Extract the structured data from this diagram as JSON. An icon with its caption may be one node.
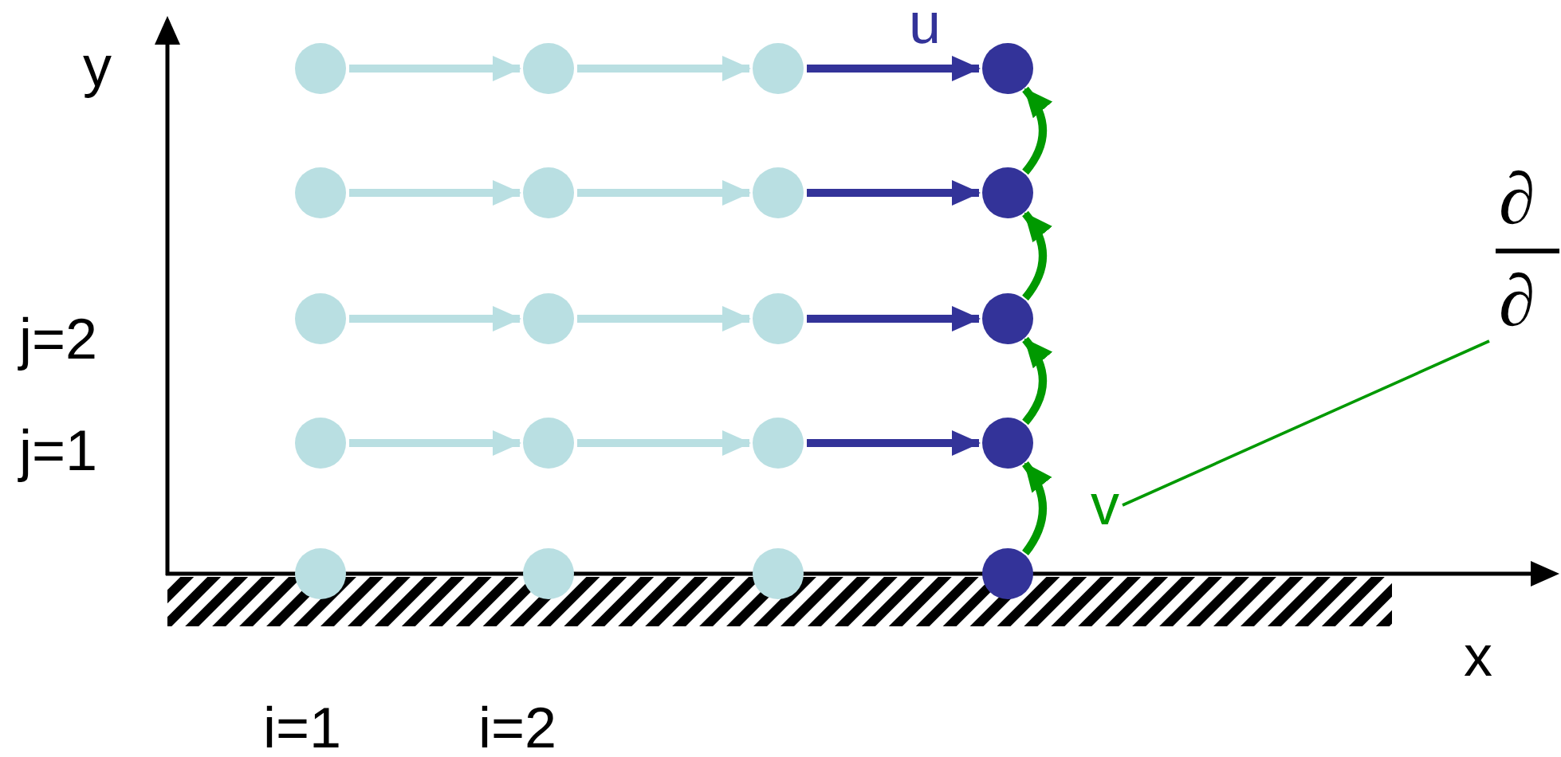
{
  "diagram": {
    "nodes": [
      {
        "text": [],
        "shape": "circle"
      },
      {
        "text": [],
        "shape": "circle"
      },
      {
        "text": [],
        "shape": "circle"
      },
      {
        "text": [],
        "shape": "circle"
      },
      {
        "text": [],
        "shape": "circle"
      },
      {
        "text": [],
        "shape": "circle"
      },
      {
        "text": [],
        "shape": "circle"
      },
      {
        "text": [],
        "shape": "circle"
      },
      {
        "text": [],
        "shape": "circle"
      },
      {
        "text": [],
        "shape": "circle"
      },
      {
        "text": [],
        "shape": "circle"
      },
      {
        "text": [],
        "shape": "circle"
      },
      {
        "text": [],
        "shape": "circle"
      },
      {
        "text": [],
        "shape": "circle"
      },
      {
        "text": [],
        "shape": "circle"
      },
      {
        "text": [],
        "shape": "circle"
      },
      {
        "text": [],
        "shape": "circle"
      },
      {
        "text": [],
        "shape": "circle"
      },
      {
        "text": [],
        "shape": "circle"
      },
      {
        "text": [],
        "shape": "circle"
      },
      {
        "text": [
          "v"
        ]
      },
      {
        "text": [
          "∂",
          "∂"
        ]
      }
    ],
    "edges": [
      {
        "from": 0,
        "to": 1,
        "arrow": "to"
      },
      {
        "from": 1,
        "to": 2,
        "arrow": "to"
      },
      {
        "from": 2,
        "to": 3,
        "arrow": "to",
        "label": "u",
        "color": "#333399"
      },
      {
        "from": 4,
        "to": 5,
        "arrow": "to"
      },
      {
        "from": 5,
        "to": 6,
        "arrow": "to"
      },
      {
        "from": 6,
        "to": 7,
        "arrow": "to",
        "color": "#333399"
      },
      {
        "from": 8,
        "to": 9,
        "arrow": "to"
      },
      {
        "from": 9,
        "to": 10,
        "arrow": "to"
      },
      {
        "from": 10,
        "to": 11,
        "arrow": "to",
        "color": "#333399"
      },
      {
        "from": 12,
        "to": 13,
        "arrow": "to"
      },
      {
        "from": 13,
        "to": 14,
        "arrow": "to"
      },
      {
        "from": 14,
        "to": 15,
        "arrow": "to",
        "color": "#333399"
      },
      {
        "from": 19,
        "to": 15,
        "arrow": "to",
        "color": "#009900"
      },
      {
        "from": 15,
        "to": 11,
        "arrow": "to",
        "color": "#009900"
      },
      {
        "from": 11,
        "to": 7,
        "arrow": "to",
        "color": "#009900"
      },
      {
        "from": 7,
        "to": 3,
        "arrow": "to",
        "color": "#009900"
      },
      {
        "from": 20,
        "to": 21,
        "arrow": "none",
        "color": "#009900"
      }
    ],
    "labels": [
      "y",
      "j=2",
      "j=1",
      "x",
      "i=1",
      "i=2"
    ]
  }
}
